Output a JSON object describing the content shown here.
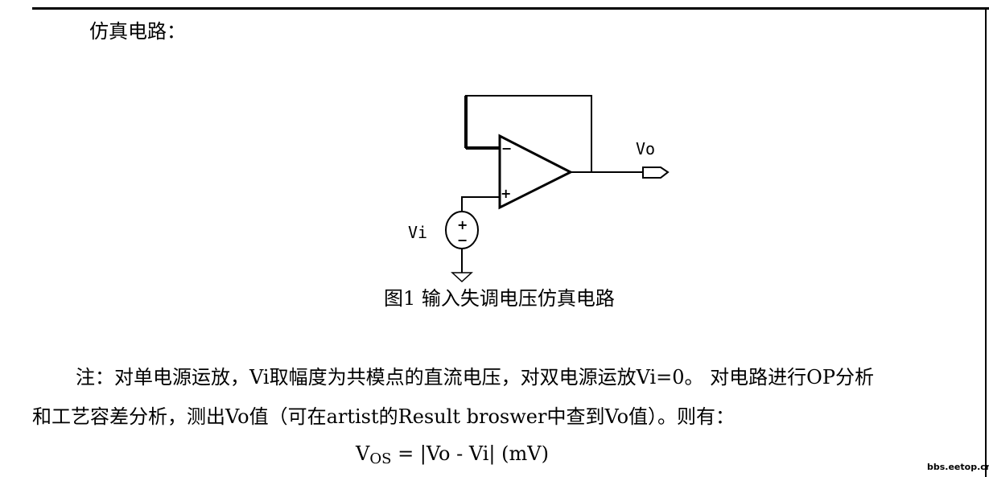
{
  "document": {
    "section_heading": "仿真电路：",
    "figure": {
      "caption": "图1 输入失调电压仿真电路",
      "labels": {
        "output": "Vo",
        "input": "Vi",
        "inverting_sign": "−",
        "noninverting_sign": "+",
        "source_plus": "+",
        "source_minus": "−"
      }
    },
    "note_line_1": "注：对单电源运放，Vi取幅度为共模点的直流电压，对双电源运放Vi=0。 对电路进行OP分析",
    "note_line_2": "和工艺容差分析，测出Vo值（可在artist的Result broswer中查到Vo值）。则有：",
    "formula": {
      "lhs": "V",
      "lhs_subscript": "OS",
      "rhs": " = |Vo - Vi|  (mV)"
    }
  },
  "watermark": "bbs.eetop.cn"
}
